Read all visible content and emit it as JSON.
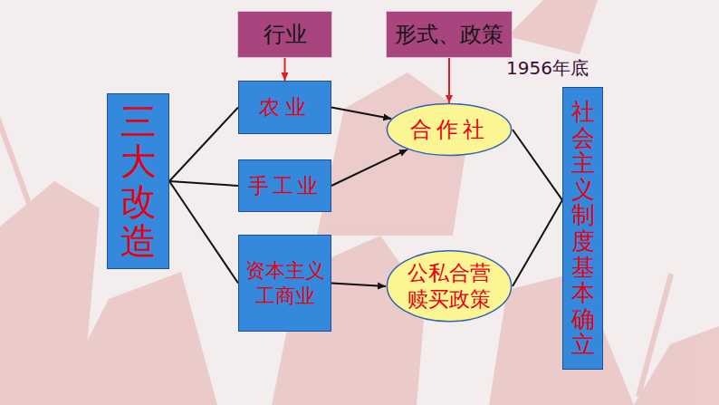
{
  "diagram": {
    "nodes": [
      {
        "text": [
          "三大改造"
        ]
      },
      {
        "text": [
          "行业"
        ]
      },
      {
        "text": [
          "形式、政策"
        ]
      },
      {
        "text": [
          "农业"
        ]
      },
      {
        "text": [
          "手工业"
        ]
      },
      {
        "text": [
          "资本主义工商业"
        ]
      },
      {
        "text": [
          "合作社"
        ]
      },
      {
        "text": [
          "公私合营 赎买政策"
        ]
      },
      {
        "text": [
          "社会主义制度基本确立"
        ]
      }
    ],
    "edges": [
      {
        "from": 0,
        "to": 3,
        "arrow": "none"
      },
      {
        "from": 0,
        "to": 4,
        "arrow": "none"
      },
      {
        "from": 0,
        "to": 5,
        "arrow": "none"
      },
      {
        "from": 1,
        "to": 3,
        "arrow": "to"
      },
      {
        "from": 2,
        "to": 6,
        "arrow": "to"
      },
      {
        "from": 3,
        "to": 6,
        "arrow": "to"
      },
      {
        "from": 4,
        "to": 6,
        "arrow": "to"
      },
      {
        "from": 5,
        "to": 7,
        "arrow": "to"
      },
      {
        "from": 6,
        "to": 8,
        "arrow": "none"
      },
      {
        "from": 7,
        "to": 8,
        "arrow": "none"
      }
    ],
    "labels": [
      "1956年底"
    ]
  }
}
